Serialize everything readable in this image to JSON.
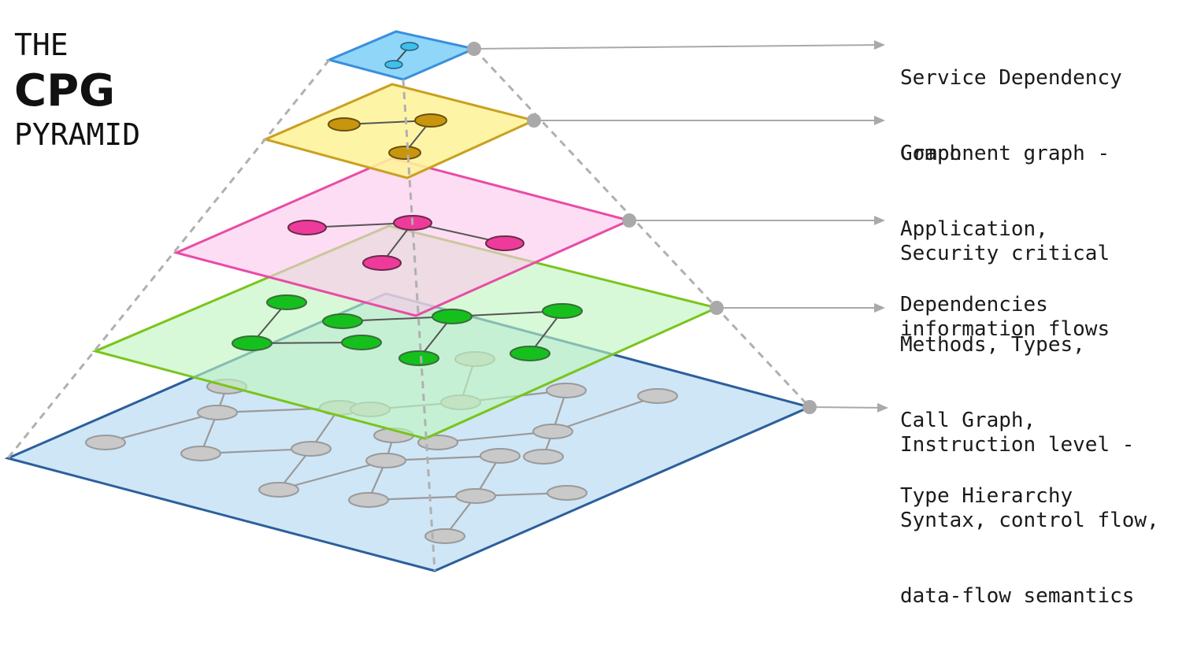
{
  "title": {
    "line1": "THE",
    "line2": "CPG",
    "line3": "PYRAMID"
  },
  "layers": [
    {
      "id": "service",
      "lines": [
        "Service Dependency",
        "Graph"
      ],
      "fill": "#8fd6f8",
      "stroke": "#3a8fdc",
      "node": "#3ec0ea"
    },
    {
      "id": "component",
      "lines": [
        "Component graph -",
        "Application,",
        "Dependencies"
      ],
      "fill": "#fef39a",
      "stroke": "#caa020",
      "node": "#c8960e"
    },
    {
      "id": "security",
      "lines": [
        "Security critical",
        "information flows"
      ],
      "fill": "#fcc8ec",
      "stroke": "#e84ca6",
      "node": "#ee3b9b"
    },
    {
      "id": "methods",
      "lines": [
        "Methods, Types,",
        "Call Graph,",
        "Type Hierarchy"
      ],
      "fill": "#bef5bf",
      "stroke": "#7ac41c",
      "node": "#15c01d"
    },
    {
      "id": "instruction",
      "lines": [
        "Instruction level -",
        "Syntax, control flow,",
        "data-flow semantics"
      ],
      "fill": "#cfe6f6",
      "stroke": "#2c5f9c",
      "node": "#c9c9c9"
    }
  ]
}
